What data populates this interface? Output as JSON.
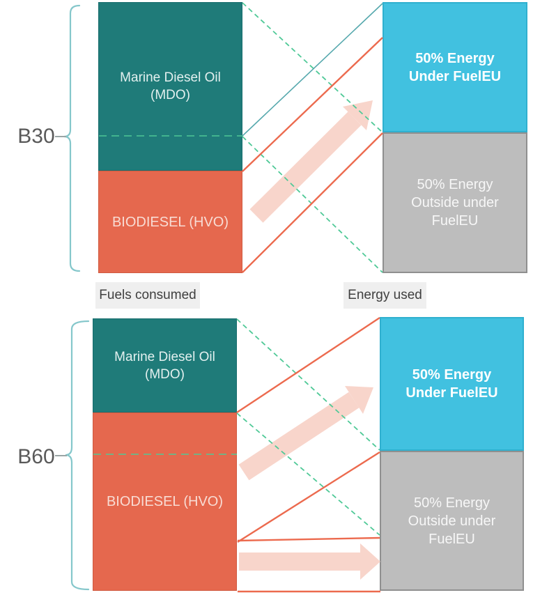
{
  "colors": {
    "mdo_teal": "#1F7B79",
    "biodiesel_orange": "#E5684E",
    "under_cyan": "#41C1E0",
    "outside_gray": "#BDBDBD",
    "outside_gray_border": "#8F8F8F",
    "dashed_green": "#4FC997",
    "teal_line": "#55A8AD",
    "orange_line": "#EC6A4E",
    "arrow_pink": "#F8D5CB",
    "bracket_teal": "#85C7CB",
    "label_gray_bg": "#EFEFEF",
    "label_text": "#3F3F3F",
    "bracket_label_text": "#595959"
  },
  "column_labels": {
    "fuels": "Fuels consumed",
    "energy": "Energy used"
  },
  "b30": {
    "bracket_label": "B30",
    "mdo_label_line1": "Marine Diesel Oil",
    "mdo_label_line2": "(MDO)",
    "biodiesel_label": "BIODIESEL (HVO)",
    "under_label_line1": "50% Energy",
    "under_label_line2": "Under FuelEU",
    "outside_label_line1": "50% Energy",
    "outside_label_line2": "Outside under",
    "outside_label_line3": "FuelEU"
  },
  "b60": {
    "bracket_label": "B60",
    "mdo_label_line1": "Marine Diesel Oil",
    "mdo_label_line2": "(MDO)",
    "biodiesel_label": "BIODIESEL (HVO)",
    "under_label_line1": "50% Energy",
    "under_label_line2": "Under FuelEU",
    "outside_label_line1": "50% Energy",
    "outside_label_line2": "Outside under",
    "outside_label_line3": "FuelEU"
  }
}
